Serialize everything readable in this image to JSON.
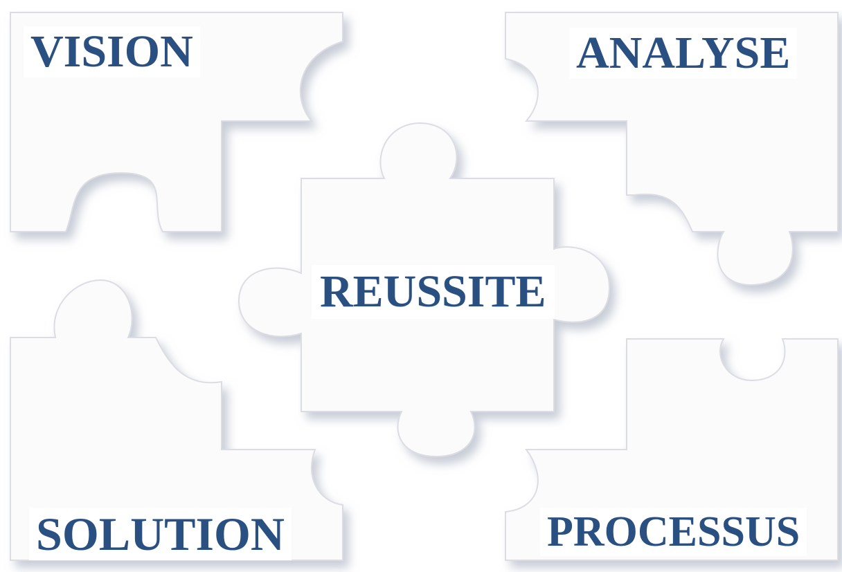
{
  "puzzle": {
    "top_left": "VISION",
    "top_right": "ANALYSE",
    "center": "REUSSITE",
    "bottom_left": "SOLUTION",
    "bottom_right": "PROCESSUS"
  },
  "colors": {
    "text": "#2a5082",
    "piece_fill": "#fbfbfc",
    "piece_edge": "#dcdde3",
    "shadow": "#9aa3b5"
  }
}
